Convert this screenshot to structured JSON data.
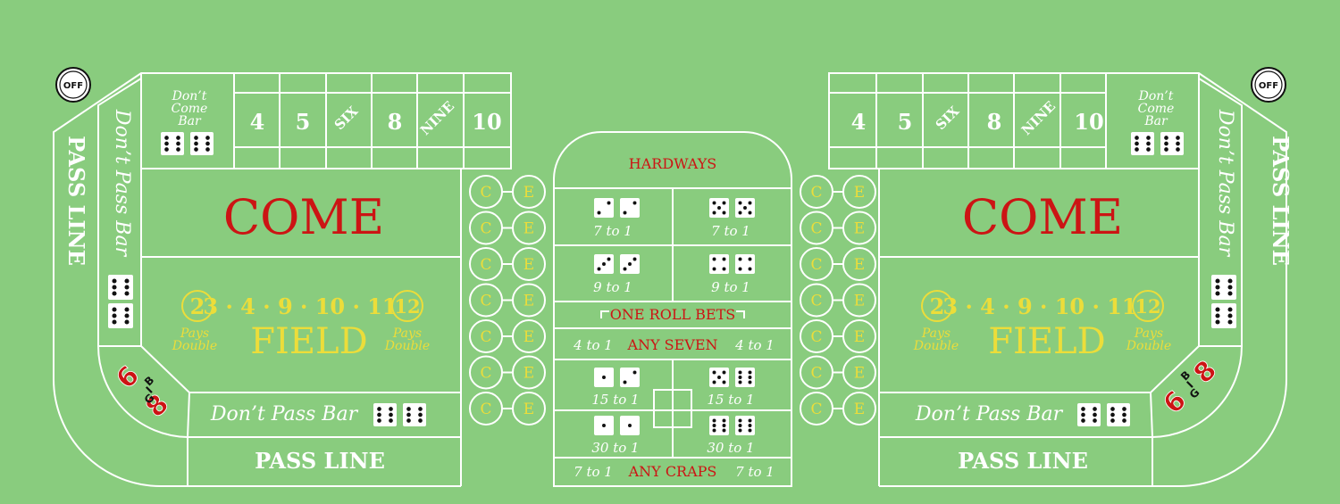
{
  "colors": {
    "felt": "#89cc7e",
    "line": "#ffffff",
    "red": "#cc1414",
    "yellow": "#ecdd3a"
  },
  "puck": {
    "label": "OFF"
  },
  "pass_line": {
    "label": "PASS LINE"
  },
  "dont_pass": {
    "label": "Don’t Pass Bar"
  },
  "dont_come": {
    "line1": "Don’t",
    "line2": "Come",
    "line3": "Bar"
  },
  "come": {
    "label": "COME"
  },
  "field": {
    "label": "FIELD",
    "left_number": "2",
    "numbers": "3 · 4 · 9 · 10 · 11",
    "right_number": "12",
    "pays_line1": "Pays",
    "pays_line2": "Double"
  },
  "big": {
    "six": "6",
    "eight": "8",
    "b": "B",
    "i": "I",
    "g": "G"
  },
  "point_numbers": [
    "4",
    "5",
    "SIX",
    "8",
    "NINE",
    "10"
  ],
  "ce": {
    "c": "C",
    "e": "E"
  },
  "center": {
    "hardways": "HARDWAYS",
    "one_roll_bets": "ONE ROLL BETS",
    "any_seven": "ANY SEVEN",
    "any_seven_odds": "4 to 1",
    "any_craps": "ANY CRAPS",
    "any_craps_odds": "7 to 1",
    "hard_odds": [
      "7 to 1",
      "7 to 1",
      "9 to 1",
      "9 to 1"
    ],
    "prop_odds": [
      "15 to 1",
      "15 to 1",
      "30 to 1",
      "30 to 1"
    ]
  },
  "dice": {
    "dont_come": [
      6,
      6
    ],
    "dont_pass_side": [
      6,
      6
    ],
    "dont_pass_bottom": [
      6,
      6
    ],
    "hard_four": [
      2,
      2
    ],
    "hard_ten": [
      5,
      5
    ],
    "hard_six": [
      3,
      3
    ],
    "hard_eight": [
      4,
      4
    ],
    "ace_deuce": [
      1,
      2
    ],
    "eleven": [
      5,
      6
    ],
    "aces": [
      1,
      1
    ],
    "twelve": [
      6,
      6
    ]
  }
}
